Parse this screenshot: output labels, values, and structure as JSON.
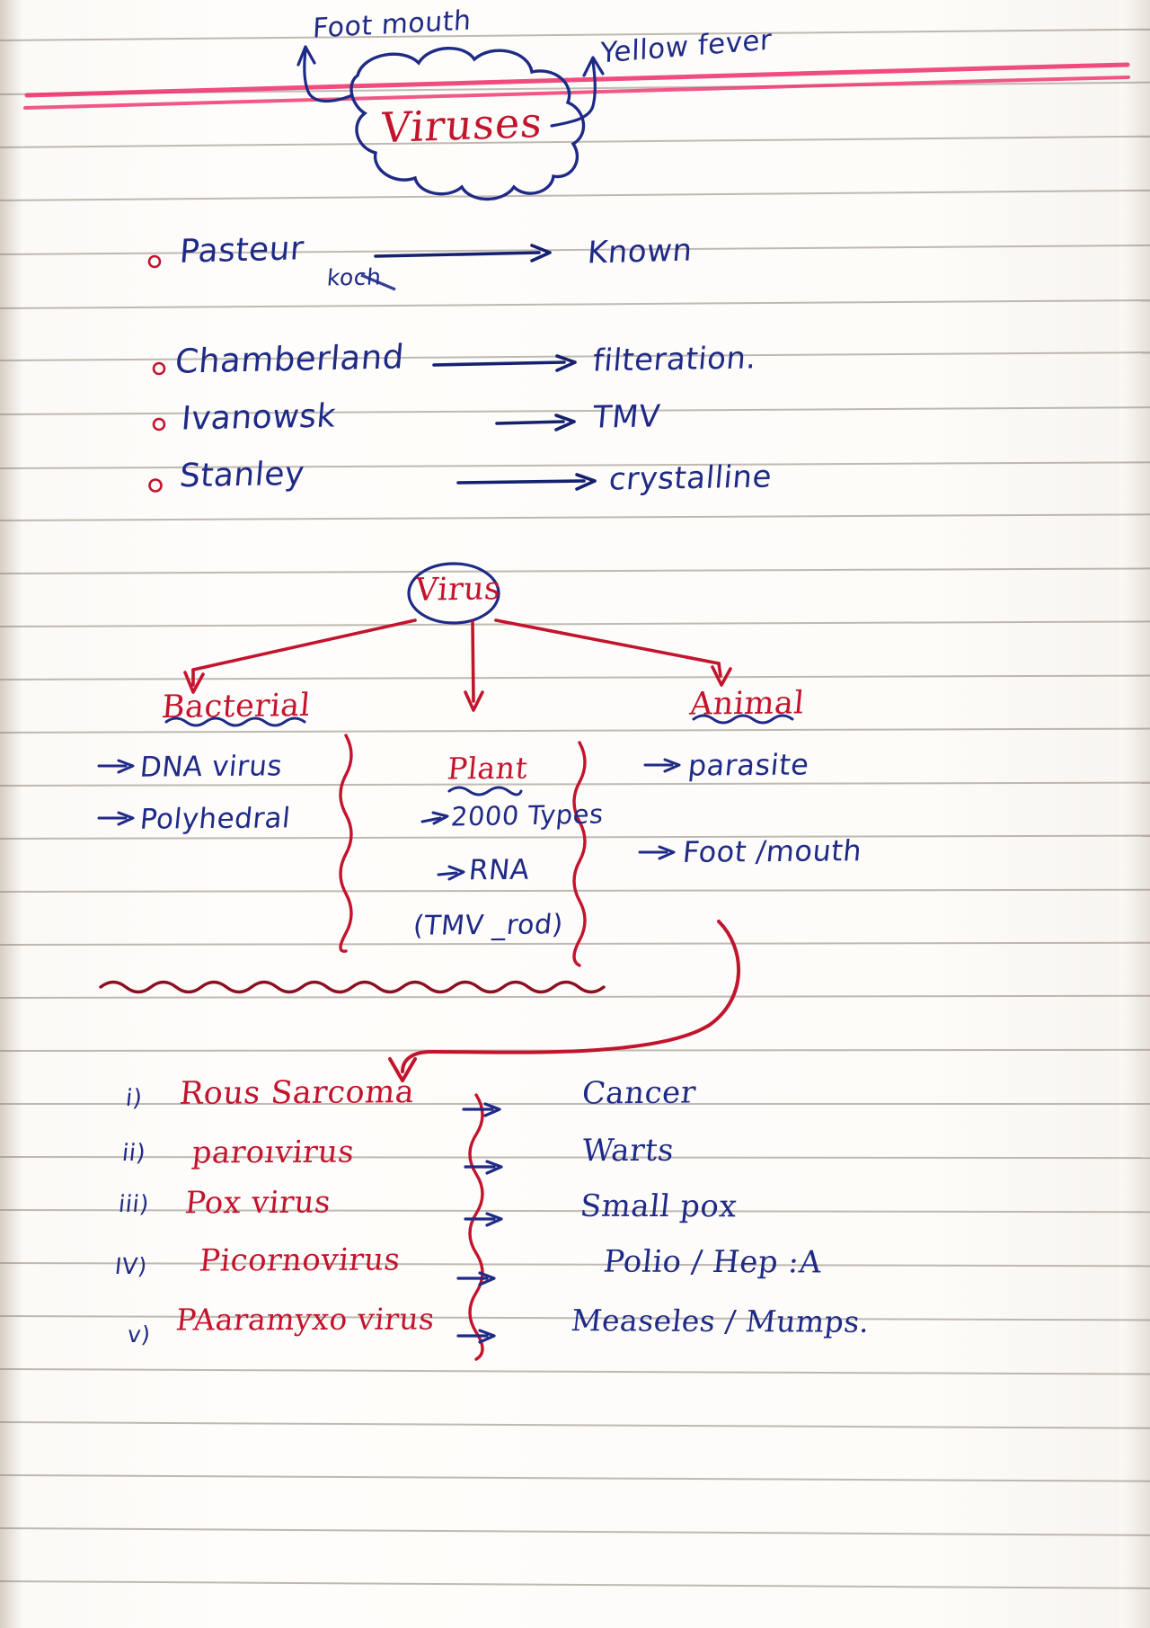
{
  "page": {
    "type": "handwritten-notes",
    "subject": "Viruses",
    "ink_colors": {
      "blue": "#1f2a87",
      "red": "#c3142d",
      "pink_highlight": "#ee2d6a",
      "rule_line": "#8d8276"
    }
  },
  "header": {
    "title": "Viruses",
    "left_label": "Foot mouth",
    "right_label": "Yellow fever"
  },
  "discoverers": {
    "rows": [
      {
        "bullet": "o",
        "name": "Pasteur",
        "sub_name": "koch",
        "arrow": "→",
        "result": "Known"
      },
      {
        "bullet": "o",
        "name": "Chamberland",
        "sub_name": "",
        "arrow": "→",
        "result": "filteration."
      },
      {
        "bullet": "o",
        "name": "Ivanowsk",
        "sub_name": "",
        "arrow": "→",
        "result": "TMV"
      },
      {
        "bullet": "o",
        "name": "Stanley",
        "sub_name": "",
        "arrow": "→",
        "result": "crystalline"
      }
    ]
  },
  "classification": {
    "root": "Virus",
    "branches": [
      {
        "label": "Bacterial",
        "underline": "wavy-blue",
        "items": [
          "DNA virus",
          "Polyhedral"
        ],
        "item_arrow": "→"
      },
      {
        "label": "Plant",
        "underline": "wavy-blue",
        "items": [
          "2000 Types",
          "RNA"
        ],
        "item_arrow": "→",
        "note": "(TMV _rod)"
      },
      {
        "label": "Animal",
        "underline": "wavy-blue",
        "items": [
          "parasite",
          "Foot /mouth"
        ],
        "item_arrow": "→"
      }
    ]
  },
  "virus_disease_list": {
    "rows": [
      {
        "numeral": "i)",
        "virus": "Rous  Sarcoma",
        "arrow": "→",
        "disease": "Cancer"
      },
      {
        "numeral": "ii)",
        "virus": "paroıvirus",
        "arrow": "→",
        "disease": "Warts"
      },
      {
        "numeral": "iii)",
        "virus": "Pox virus",
        "arrow": "→",
        "disease": "Small pox"
      },
      {
        "numeral": "IV)",
        "virus": "Picornovirus",
        "arrow": "→",
        "disease": "Polio / Hep :A"
      },
      {
        "numeral": "v)",
        "virus": "PAaramyxo virus",
        "arrow": "→",
        "disease": "Measeles / Mumps."
      }
    ]
  }
}
